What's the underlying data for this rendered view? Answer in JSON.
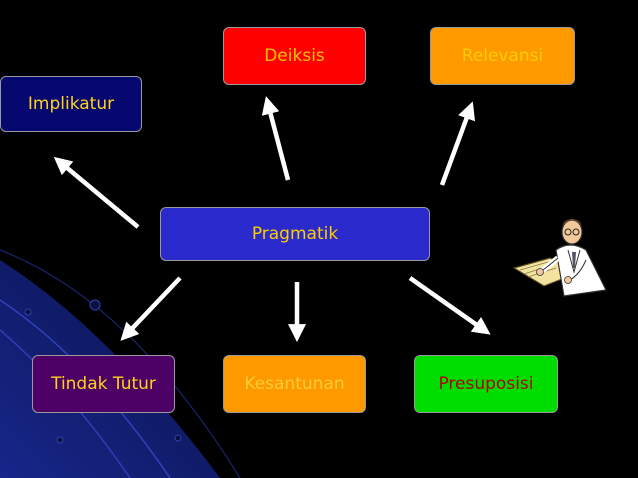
{
  "diagram": {
    "center": "Pragmatik",
    "nodes": {
      "deiksis": "Deiksis",
      "relevansi": "Relevansi",
      "implikatur": "Implikatur",
      "tindak_tutur": "Tindak Tutur",
      "kesantunan": "Kesantunan",
      "presuposisi": "Presuposisi"
    }
  },
  "colors": {
    "background": "#000000",
    "center_fill": "#2a2acc",
    "deiksis_fill": "#ff0000",
    "relevansi_fill": "#ff9900",
    "implikatur_fill": "#070770",
    "tindak_tutur_fill": "#4d0066",
    "kesantunan_fill": "#ff9900",
    "presuposisi_fill": "#00dd00",
    "arrow": "#ffffff"
  },
  "icons": {
    "clipart": "scholar-reading-icon"
  }
}
